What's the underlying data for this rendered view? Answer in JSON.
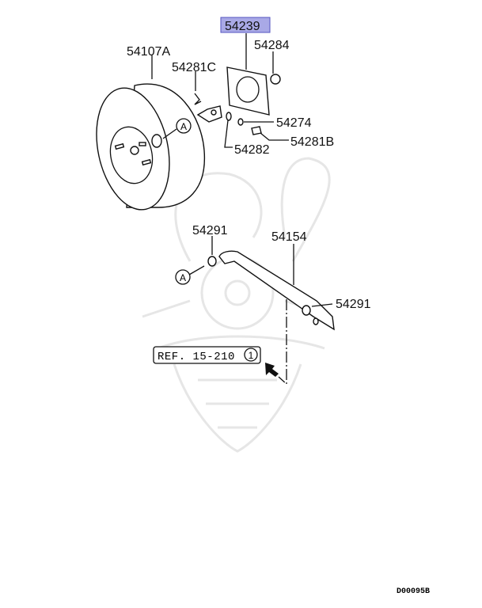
{
  "diagram": {
    "highlight_color": "#a9a9e6",
    "parts": {
      "highlighted": "54239",
      "booster": "54107A",
      "clip": "54281C",
      "nut": "54284",
      "o_ring": "54274",
      "pin": "54281B",
      "washer": "54282",
      "hose_clamp_upper": "54291",
      "vacuum_hose": "54154",
      "hose_clamp_lower": "54291"
    },
    "connector_marker": "A",
    "reference": {
      "text": "REF. 15-210",
      "circled_number": "1"
    },
    "diagram_code": "D00095B"
  }
}
